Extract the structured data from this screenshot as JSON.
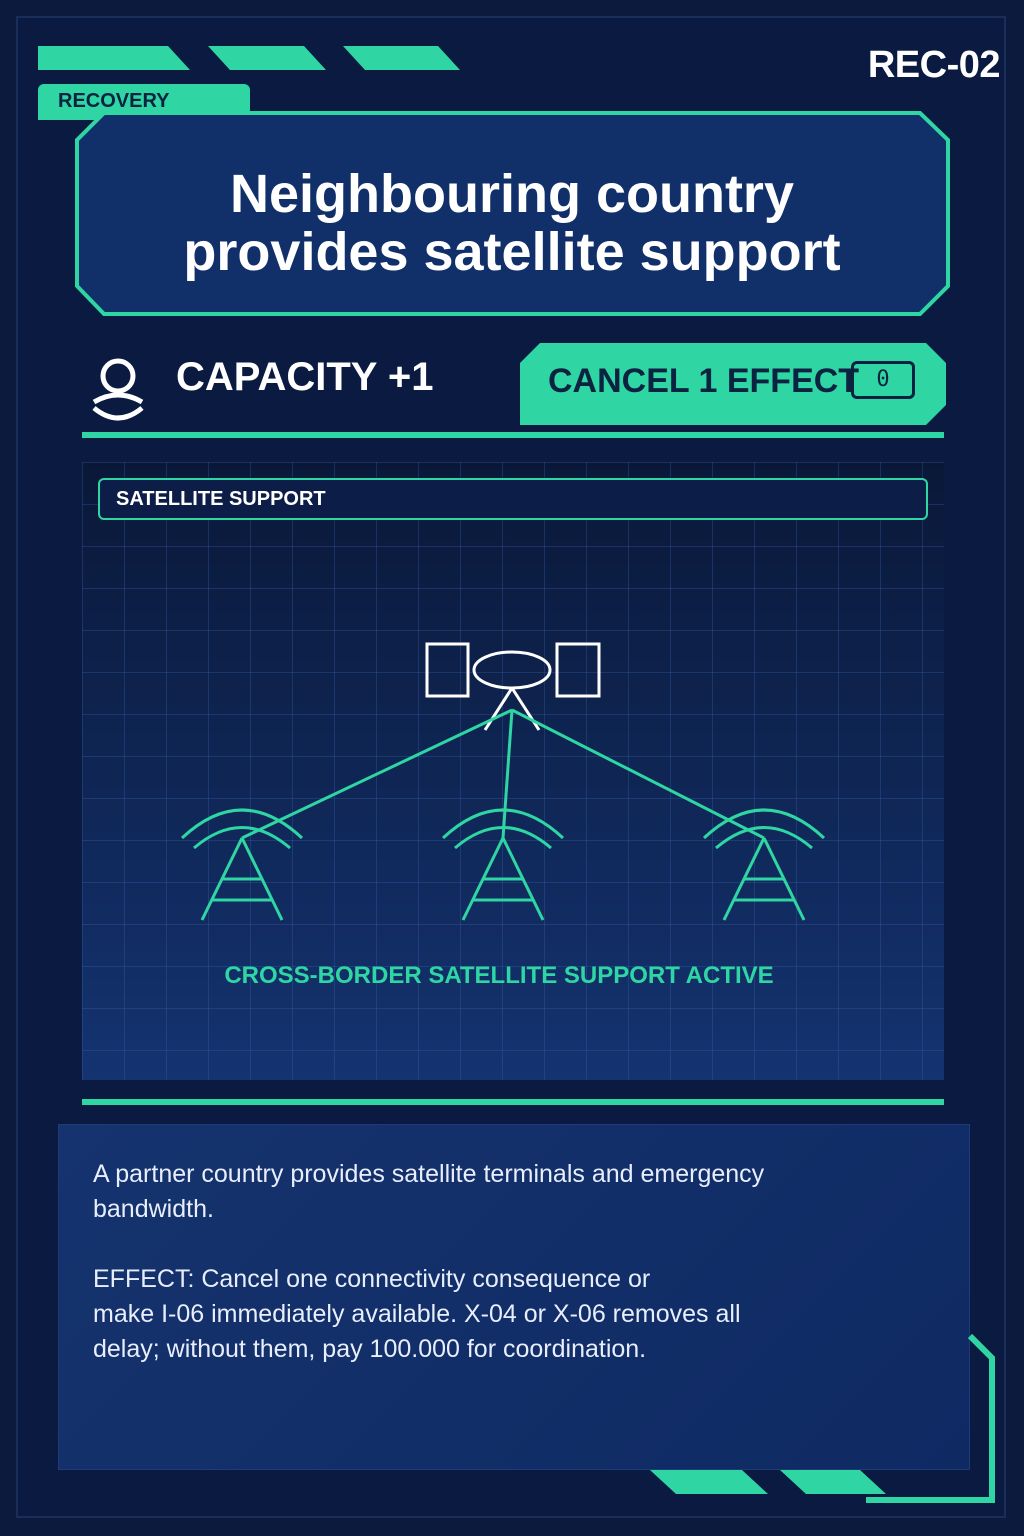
{
  "card": {
    "category": "RECOVERY",
    "code": "REC-02",
    "title_line1": "Neighbouring country",
    "title_line2": "provides satellite support",
    "capacity_label": "CAPACITY +1",
    "effect_label": "CANCEL 1 EFFECT",
    "effect_badge": "0",
    "panel_header": "SATELLITE SUPPORT",
    "panel_status": "CROSS-BORDER SATELLITE SUPPORT ACTIVE",
    "description": "A partner country provides satellite terminals and emergency\nbandwidth.",
    "effect_text": "EFFECT: Cancel one connectivity consequence or\nmake I-06 immediately available. X-04 or X-06 removes all\ndelay; without them, pay 100.000 for coordination."
  },
  "colors": {
    "accent": "#2fd6a3",
    "background": "#0a1a40",
    "title_box": "#11306a",
    "text": "#ffffff"
  },
  "icons": [
    "person-icon",
    "satellite-icon",
    "tower-icon"
  ]
}
